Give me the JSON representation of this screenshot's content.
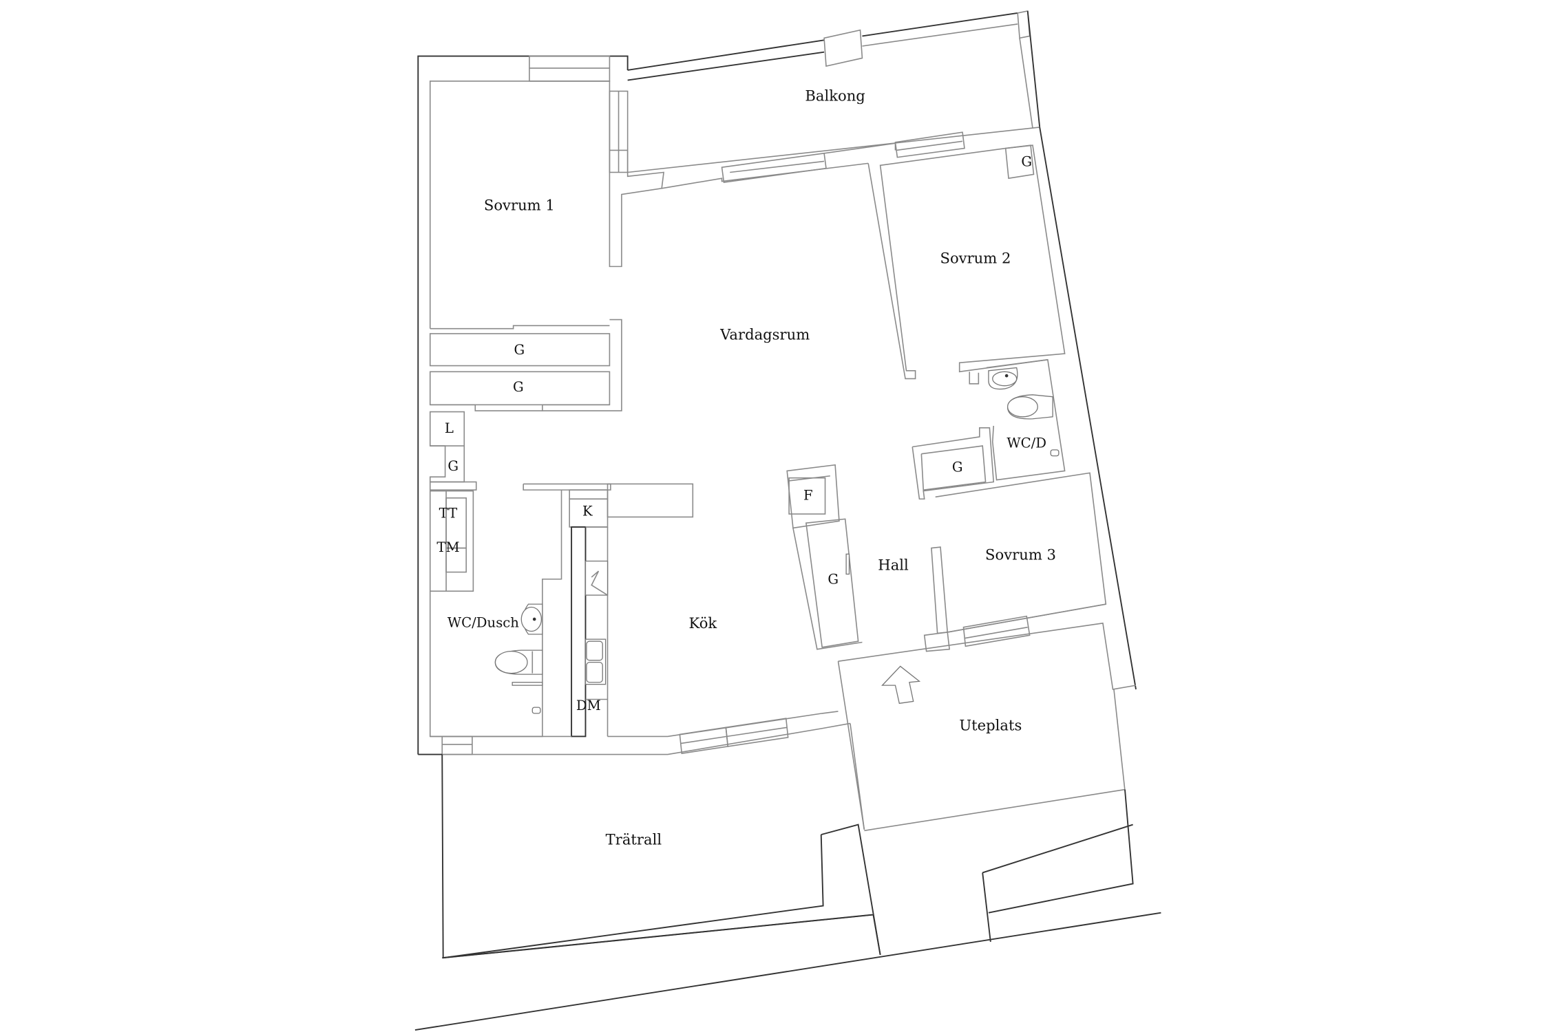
{
  "floorplan": {
    "rooms": {
      "balkong": "Balkong",
      "sovrum1": "Sovrum 1",
      "sovrum2": "Sovrum 2",
      "sovrum3": "Sovrum 3",
      "vardagsrum": "Vardagsrum",
      "kok": "Kök",
      "hall": "Hall",
      "wc_dusch": "WC/Dusch",
      "wc_d": "WC/D",
      "uteplats": "Uteplats",
      "tratrall": "Trätrall"
    },
    "fixtures": {
      "garderob_1": "G",
      "garderob_2": "G",
      "garderob_3": "G",
      "garderob_sovrum2": "G",
      "garderob_hall_upper": "G",
      "garderob_hall": "G",
      "linneskap": "L",
      "torktumlare": "TT",
      "tvattmaskin": "TM",
      "kyl": "K",
      "frys": "F",
      "diskmaskin": "DM"
    },
    "entrance_marker": "entrance-arrow"
  }
}
